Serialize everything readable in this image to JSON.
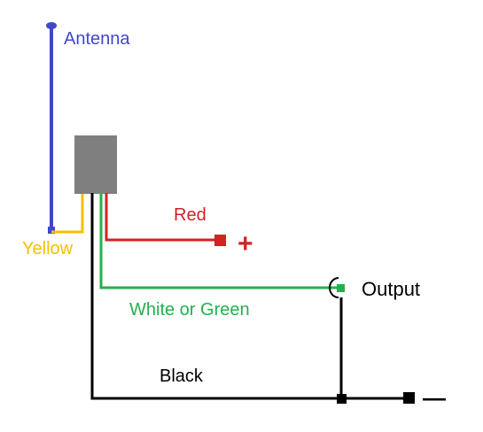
{
  "labels": {
    "antenna": "Antenna",
    "yellow": "Yellow",
    "red": "Red",
    "plus": "+",
    "white_or_green": "White or Green",
    "output": "Output",
    "black": "Black",
    "minus": "—"
  },
  "colors": {
    "antenna": "#3f48cc",
    "yellow": "#f5c000",
    "red": "#d42222",
    "green": "#22b14c",
    "black": "#000000",
    "module": "#7f7f7f",
    "output_label": "#000000",
    "black_label": "#000000"
  }
}
